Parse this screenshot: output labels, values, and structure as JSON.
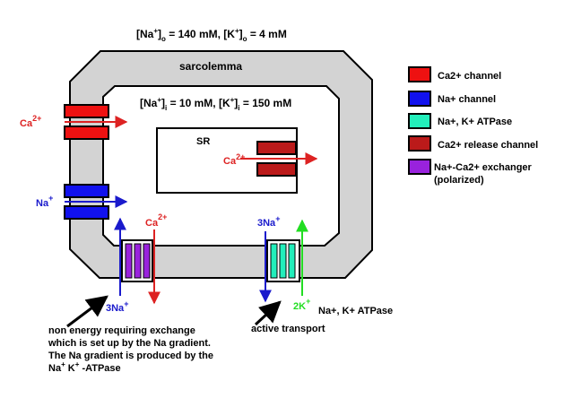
{
  "outside_conc": {
    "prefix": "[Na",
    "sup1": "+",
    "mid1": "]",
    "sub1": "o",
    "mid2": " = 140 mM, [K",
    "sup2": "+",
    "mid3": "]",
    "sub2": "o",
    "suffix": " = 4 mM"
  },
  "inside_conc": {
    "prefix": "[Na",
    "sup1": "+",
    "mid1": "]",
    "sub1": "i",
    "mid2": " = 10 mM, [K",
    "sup2": "+",
    "mid3": "]",
    "sub2": "i",
    "suffix": " = 150 mM"
  },
  "sarcolemma_label": "sarcolemma",
  "sr_label": "SR",
  "ions": {
    "ca_channel": {
      "base": "Ca",
      "sup": "2+"
    },
    "na_channel": {
      "base": "Na",
      "sup": "+"
    },
    "sr_release": {
      "base": "Ca",
      "sup": "2+"
    },
    "exch_ca": {
      "base": "Ca",
      "sup": "2+"
    },
    "exch_na": {
      "base": "3Na",
      "sup": "+"
    },
    "pump_na": {
      "base": "3Na",
      "sup": "+"
    },
    "pump_k": {
      "base": "2K",
      "sup": "+"
    }
  },
  "pump_label": "Na+, K+ ATPase",
  "annotation_left": {
    "line1": "non energy requiring exchange",
    "line2": "which is set up by the Na gradient.",
    "line3": "The Na gradient is produced by the",
    "line4_a": "Na",
    "line4_sup_a": "+",
    "line4_b": " K",
    "line4_sup_b": "+",
    "line4_c": " -ATPase"
  },
  "annotation_right": "active transport",
  "legend": [
    {
      "label": "Ca2+ channel",
      "color": "#ee1111"
    },
    {
      "label": "Na+ channel",
      "color": "#1111ee"
    },
    {
      "label": "Na+, K+ ATPase",
      "color": "#22eebb"
    },
    {
      "label": "Ca2+ release channel",
      "color": "#bb1a1a"
    },
    {
      "label": "Na+-Ca2+ exchanger",
      "label2": "(polarized)",
      "color": "#9922dd"
    }
  ],
  "colors": {
    "membrane": "#d3d3d3",
    "ca": "#dd2222",
    "na": "#1a1acc",
    "k": "#22dd22",
    "pump": "#22eebb",
    "exchanger": "#9922dd",
    "release": "#bb1a1a"
  }
}
